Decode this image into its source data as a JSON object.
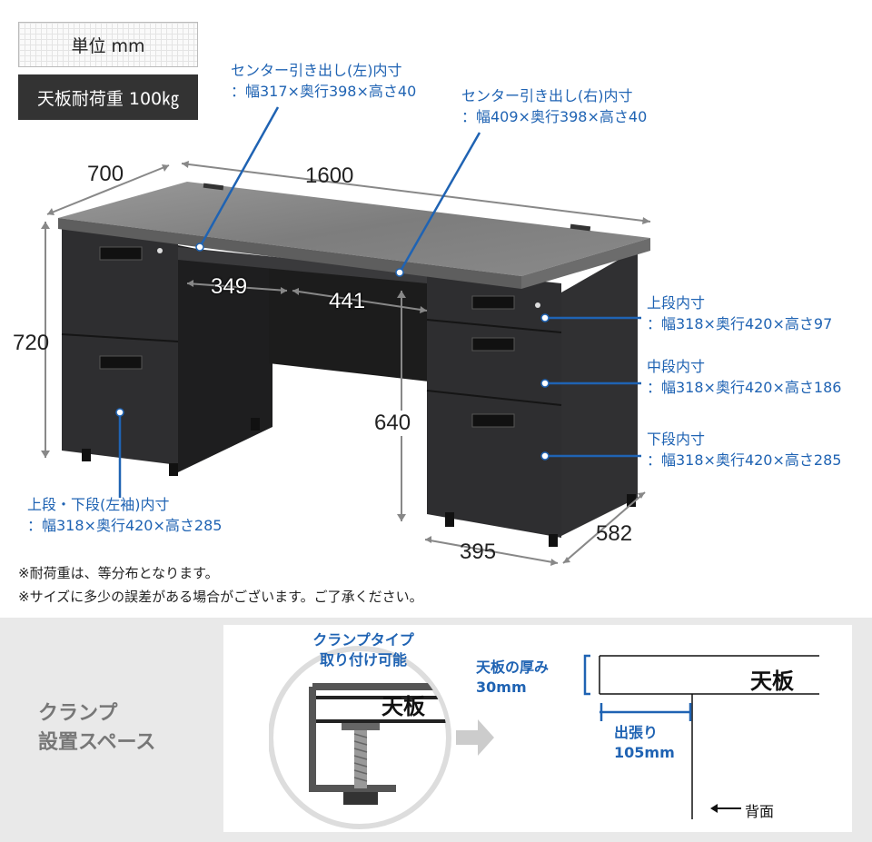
{
  "unit": {
    "label": "単位 mm"
  },
  "load": {
    "label": "天板耐荷重 100㎏"
  },
  "callouts": {
    "center_left": {
      "title": "センター引き出し(左)内寸",
      "dims": "：幅317×奥行398×高さ40"
    },
    "center_right": {
      "title": "センター引き出し(右)内寸",
      "dims": "：幅409×奥行398×高さ40"
    },
    "upper": {
      "title": "上段内寸",
      "dims": "：幅318×奥行420×高さ97"
    },
    "middle": {
      "title": "中段内寸",
      "dims": "：幅318×奥行420×高さ186"
    },
    "lower": {
      "title": "下段内寸",
      "dims": "：幅318×奥行420×高さ285"
    },
    "left_sleeve": {
      "title": "上段・下段(左袖)内寸",
      "dims": "：幅318×奥行420×高さ285"
    }
  },
  "dimensions": {
    "depth": "700",
    "width": "1600",
    "height": "720",
    "leg_height": "640",
    "center_left_width": "349",
    "center_right_width": "441",
    "pedestal_width": "395",
    "pedestal_depth": "582"
  },
  "notes": {
    "note1": "※耐荷重は、等分布となります。",
    "note2": "※サイズに多少の誤差がある場合がございます。ご了承ください。"
  },
  "clamp": {
    "section_line1": "クランプ",
    "section_line2": "設置スペース",
    "type_line1": "クランプタイプ",
    "type_line2": "取り付け可能",
    "top_label": "天板",
    "thickness_title": "天板の厚み",
    "thickness_value": "30mm",
    "overhang_title": "出張り",
    "overhang_value": "105mm",
    "back_label": "背面"
  },
  "colors": {
    "accent": "#1f63b3",
    "desk_body": "#2b2b2d",
    "desk_top": "#8e8e8e",
    "section_bg": "#e9e9e9"
  }
}
